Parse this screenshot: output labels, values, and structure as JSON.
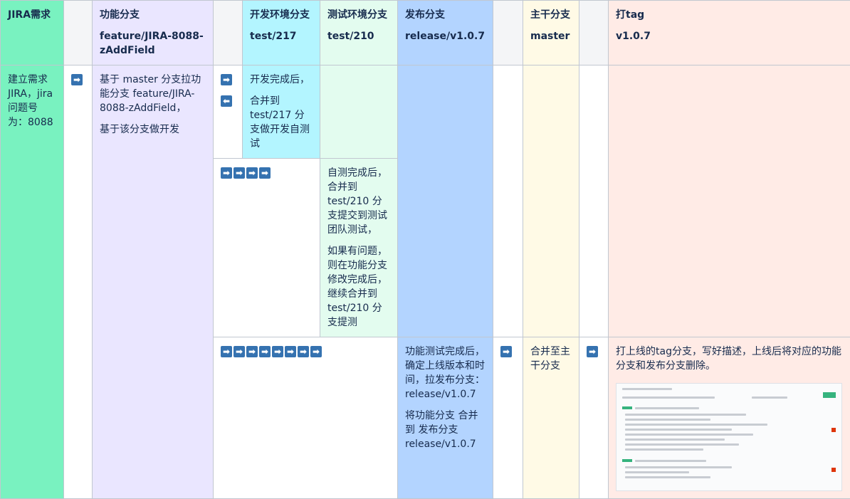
{
  "headers": {
    "jira": "JIRA需求",
    "feature_title": "功能分支",
    "feature_branch": "feature/JIRA-8088-zAddField",
    "dev_title": "开发环境分支",
    "dev_branch": "test/217",
    "test_title": "测试环境分支",
    "test_branch": "test/210",
    "release_title": "发布分支",
    "release_branch": "release/v1.0.7",
    "master_title": "主干分支",
    "master_branch": "master",
    "tag_title": "打tag",
    "tag_name": "v1.0.7"
  },
  "jira_cell": "建立需求 JIRA，jira 问题号为：8088",
  "feature_cell": {
    "p1": "基于 master 分支拉功能分支 feature/JIRA-8088-zAddField，",
    "p2": "基于该分支做开发"
  },
  "dev_cell": {
    "p1": "开发完成后，",
    "p2": "合并到 test/217 分支做开发自测试"
  },
  "test_cell": {
    "p1": "自测完成后，合并到 test/210 分支提交到测试团队测试，",
    "p2": "如果有问题，则在功能分支修改完成后，继续合并到 test/210 分支提测"
  },
  "release_cell": {
    "p1": "功能测试完成后，确定上线版本和时间，拉发布分支：release/v1.0.7",
    "p2": "将功能分支 合并到 发布分支 release/v1.0.7"
  },
  "master_cell": "合并至主干分支",
  "tag_cell": "打上线的tag分支，写好描述，上线后将对应的功能分支和发布分支删除。",
  "icons": {
    "arrow_right": "➡",
    "arrow_left": "⬅"
  },
  "colors": {
    "jira": "#79f2c0",
    "feature": "#eae6ff",
    "dev": "#b3f5ff",
    "test": "#e3fcef",
    "release": "#b3d4ff",
    "master": "#fffae6",
    "tag": "#ffebe6",
    "arrow_icon": "#3572b0"
  }
}
